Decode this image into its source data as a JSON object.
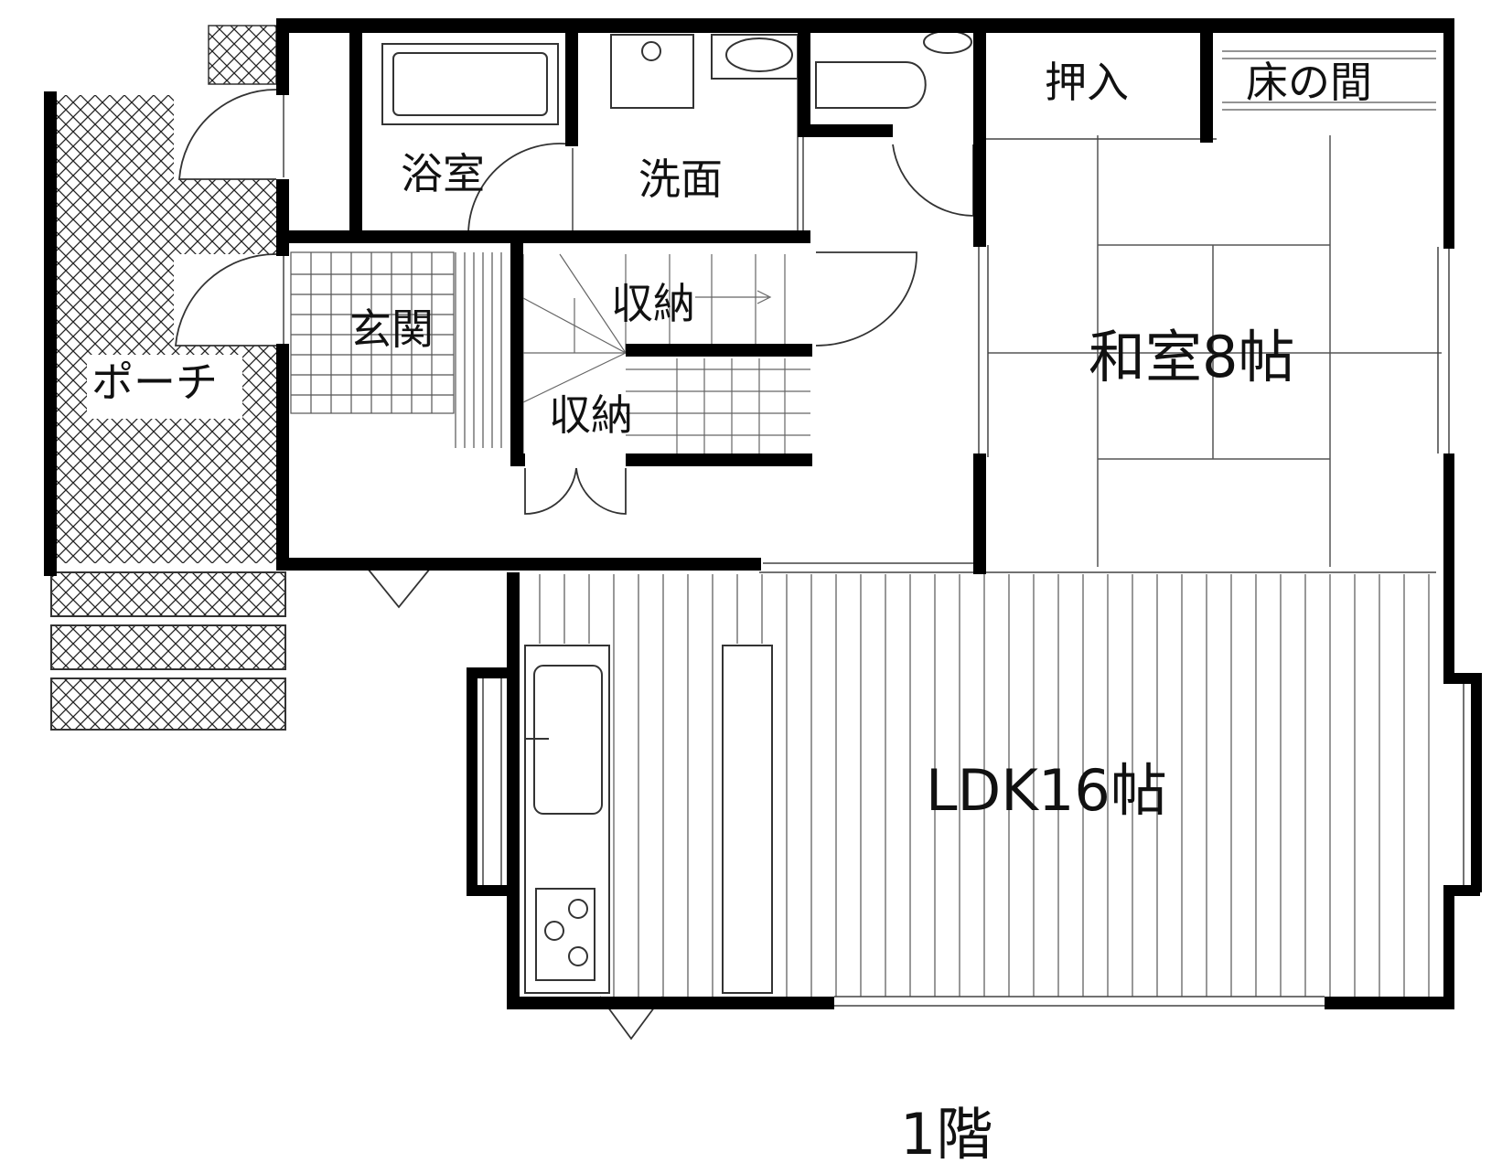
{
  "floor_title": "1階",
  "rooms": {
    "bath": "浴室",
    "washroom": "洗面",
    "oshiire": "押入",
    "tokonoma": "床の間",
    "entrance": "玄関",
    "storage_upper": "収納",
    "storage_lower": "収納",
    "porch": "ポーチ",
    "washitsu": "和室8帖",
    "ldk": "LDK16帖"
  },
  "colors": {
    "wall": "#000000",
    "line": "#444444",
    "background": "#ffffff"
  }
}
